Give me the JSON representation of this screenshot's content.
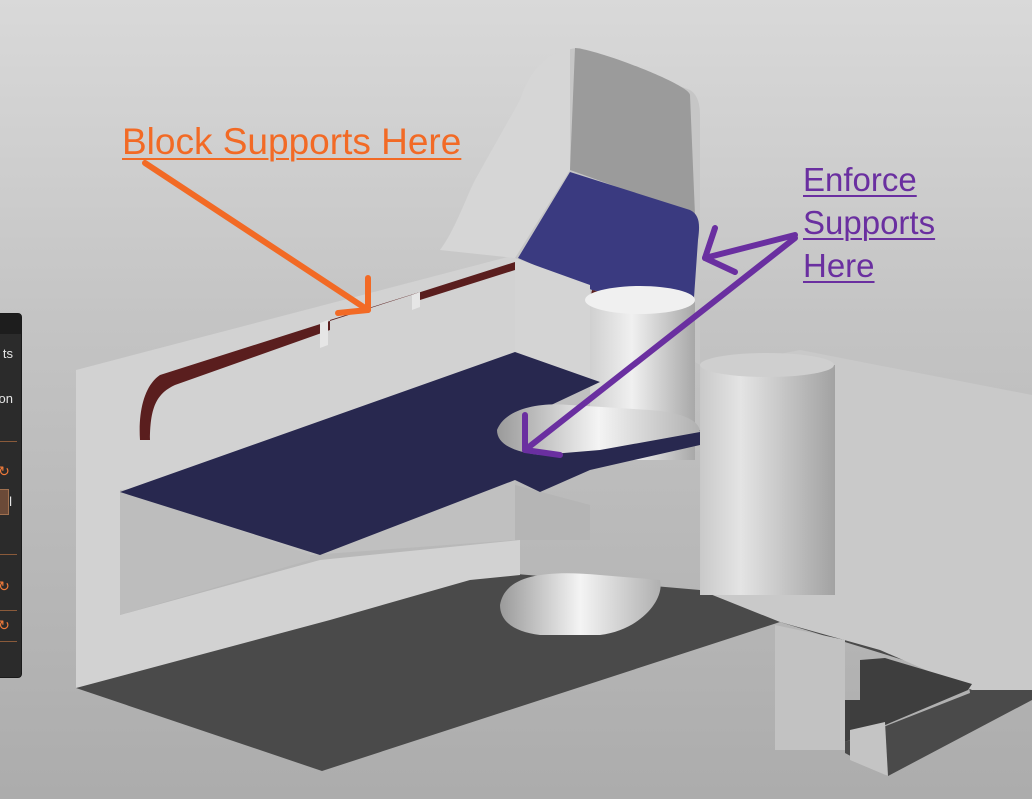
{
  "annotations": {
    "block_label": "Block Supports Here",
    "enforce_lines": [
      "Enforce ",
      "Supports ",
      "Here"
    ],
    "block_color": "#f26a25",
    "enforce_color": "#6a2fa0"
  },
  "side_panel": {
    "fragments": [
      "ts",
      "on",
      "l"
    ],
    "reset_icon": "reset-arrow-icon"
  },
  "model": {
    "block_region_color": "#5a1e1e",
    "enforce_region_color": "#3a3a80",
    "body_color": "#c8c8c8"
  }
}
